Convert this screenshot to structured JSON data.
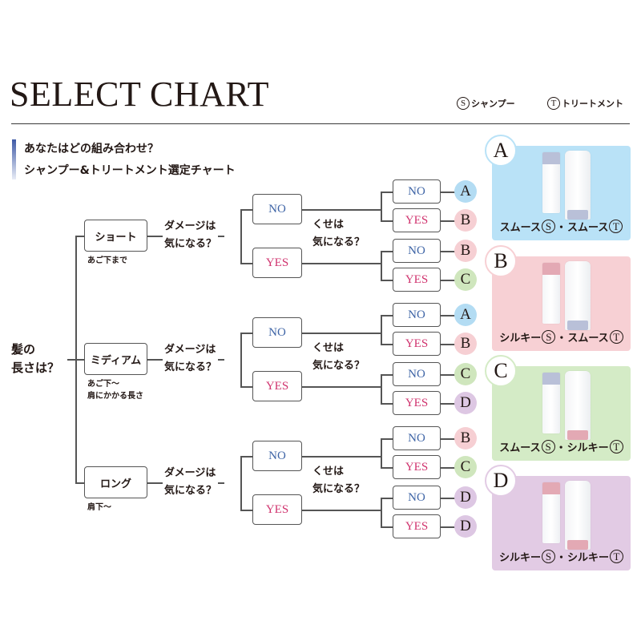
{
  "header": {
    "title": "SELECT CHART",
    "legend": [
      {
        "symbol": "S",
        "label": "シャンプー"
      },
      {
        "symbol": "T",
        "label": "トリートメント"
      }
    ]
  },
  "subtitle": {
    "line1": "あなたはどの組み合わせ？",
    "line2": "シャンプー&トリートメント選定チャート",
    "accent_color": "#3f5aa6"
  },
  "chart": {
    "root_question": {
      "line1": "髪の",
      "line2": "長さは？"
    },
    "damage_question": {
      "line1": "ダメージは",
      "line2": "気になる？"
    },
    "curl_question": {
      "line1": "くせは",
      "line2": "気になる？"
    },
    "no_label": "NO",
    "yes_label": "YES",
    "branches": [
      {
        "length": "ショート",
        "note": [
          "あご下まで"
        ],
        "results": [
          "A",
          "B",
          "B",
          "C"
        ]
      },
      {
        "length": "ミディアム",
        "note": [
          "あご下〜",
          "肩にかかる長さ"
        ],
        "results": [
          "A",
          "B",
          "C",
          "D"
        ]
      },
      {
        "length": "ロング",
        "note": [
          "肩下〜"
        ],
        "results": [
          "B",
          "C",
          "D",
          "D"
        ]
      }
    ]
  },
  "result_colors": {
    "A": "#b3dcf3",
    "B": "#f6cfd3",
    "C": "#cfe6bd",
    "D": "#ddc7e3"
  },
  "answer_colors": {
    "no": "#3e64a6",
    "yes": "#d0336e"
  },
  "products": [
    {
      "id": "A",
      "shampoo": "スムース",
      "treatment": "スムース",
      "bg": "#b9e2f7",
      "shampoo_cap": "#b9c0d8",
      "treatment_cap": "#b9c0d8"
    },
    {
      "id": "B",
      "shampoo": "シルキー",
      "treatment": "スムース",
      "bg": "#f7d0d4",
      "shampoo_cap": "#e3a9b4",
      "treatment_cap": "#b9c0d8"
    },
    {
      "id": "C",
      "shampoo": "スムース",
      "treatment": "シルキー",
      "bg": "#d4ebc6",
      "shampoo_cap": "#b9c0d8",
      "treatment_cap": "#e3a9b4"
    },
    {
      "id": "D",
      "shampoo": "シルキー",
      "treatment": "シルキー",
      "bg": "#e2cbe4",
      "shampoo_cap": "#e3a9b4",
      "treatment_cap": "#e3a9b4"
    }
  ],
  "symbols": {
    "shampoo": "S",
    "treatment": "T",
    "separator": "・"
  }
}
